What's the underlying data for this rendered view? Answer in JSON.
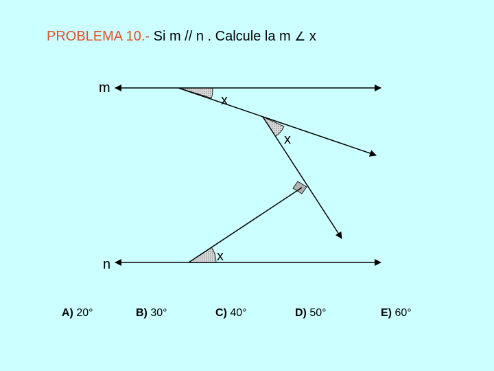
{
  "title": {
    "label": "PROBLEMA  10.-",
    "text": " Si  m // n . Calcule la m ",
    "angle_symbol": "∠",
    "variable": " x"
  },
  "figure": {
    "line_m_label": "m",
    "line_n_label": "n",
    "angle_labels": [
      "x",
      "x",
      "x"
    ]
  },
  "options": [
    {
      "letter": "A)",
      "value": " 20°"
    },
    {
      "letter": "B)",
      "value": " 30°"
    },
    {
      "letter": "C)",
      "value": " 40°"
    },
    {
      "letter": "D)",
      "value": " 50°"
    },
    {
      "letter": "E)",
      "value": " 60°"
    }
  ],
  "colors": {
    "background": "#ccffff",
    "title_label": "#e0502a",
    "shade": "#a0a0a0",
    "right_angle_marker": "#b0b0b0"
  }
}
